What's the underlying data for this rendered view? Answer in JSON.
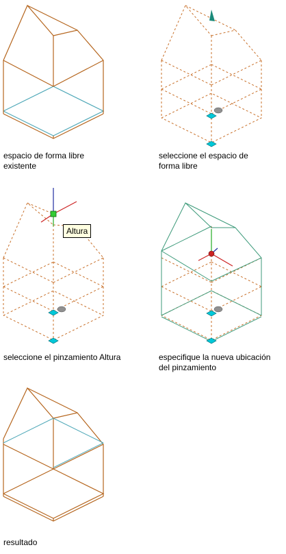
{
  "colors": {
    "edge": "#b5651d",
    "ghost": "#c8702a",
    "floor": "#4fa8b8",
    "grip": "#00c8d8",
    "preview": "#3d9a7a",
    "axis_red": "#cc2222",
    "axis_green": "#22aa22",
    "axis_blue": "#1e2aa0",
    "grip_green": "#33cc33",
    "marker_grey": "#909090",
    "cursor_teal": "#1a8a7a"
  },
  "panels": [
    {
      "id": "existing",
      "caption_line1": "espacio de forma libre",
      "caption_line2": "existente"
    },
    {
      "id": "select-space",
      "caption_line1": "seleccione el espacio de",
      "caption_line2": "forma libre"
    },
    {
      "id": "select-grip",
      "caption_line1": "seleccione el pinzamiento Altura",
      "caption_line2": ""
    },
    {
      "id": "new-location",
      "caption_line1": "especifique la nueva ubicación",
      "caption_line2": "del pinzamiento"
    },
    {
      "id": "result",
      "caption_line1": "resultado",
      "caption_line2": ""
    }
  ],
  "tooltip": {
    "label": "Altura"
  }
}
